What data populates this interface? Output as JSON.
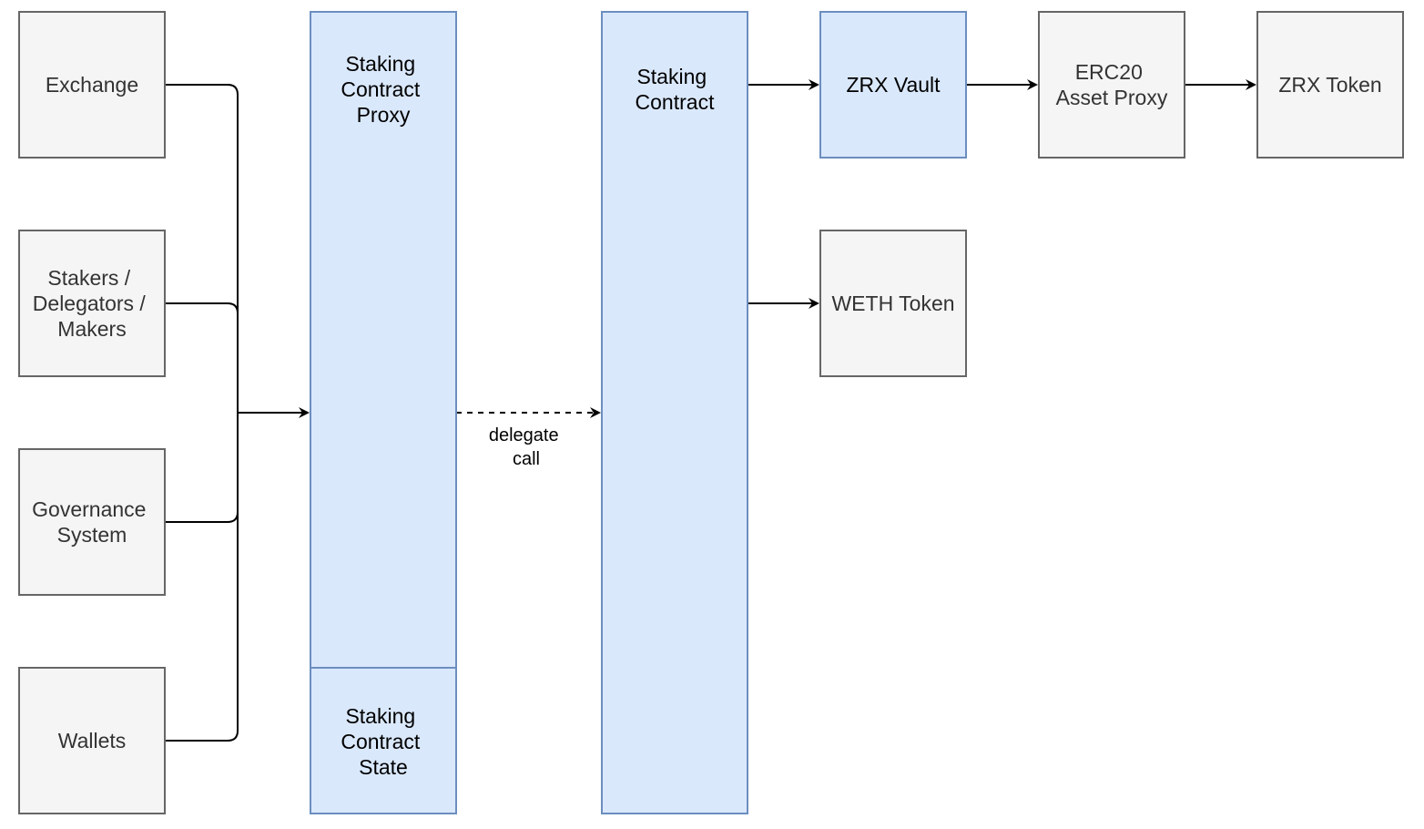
{
  "colors": {
    "gray_fill": "#f5f5f5",
    "gray_stroke": "#666666",
    "gray_text": "#333333",
    "blue_fill": "#dae8fc",
    "blue_stroke": "#6c8ebf",
    "blue_text": "#000000",
    "edge": "#000000"
  },
  "nodes": {
    "exchange": {
      "lines": [
        "Exchange"
      ]
    },
    "stakers": {
      "lines": [
        "Stakers /",
        "Delegators /",
        "Makers"
      ]
    },
    "governance": {
      "lines": [
        "Governance",
        "System"
      ]
    },
    "wallets": {
      "lines": [
        "Wallets"
      ]
    },
    "proxy": {
      "lines": [
        "Staking",
        "Contract",
        "Proxy"
      ]
    },
    "state": {
      "lines": [
        "Staking",
        "Contract",
        "State"
      ]
    },
    "staking": {
      "lines": [
        "Staking",
        "Contract"
      ]
    },
    "vault": {
      "lines": [
        "ZRX Vault"
      ]
    },
    "weth": {
      "lines": [
        "WETH Token"
      ]
    },
    "erc20": {
      "lines": [
        "ERC20",
        "Asset Proxy"
      ]
    },
    "zrx": {
      "lines": [
        "ZRX Token"
      ]
    }
  },
  "edges": {
    "delegate_call": {
      "lines": [
        "delegate",
        "call"
      ]
    }
  }
}
